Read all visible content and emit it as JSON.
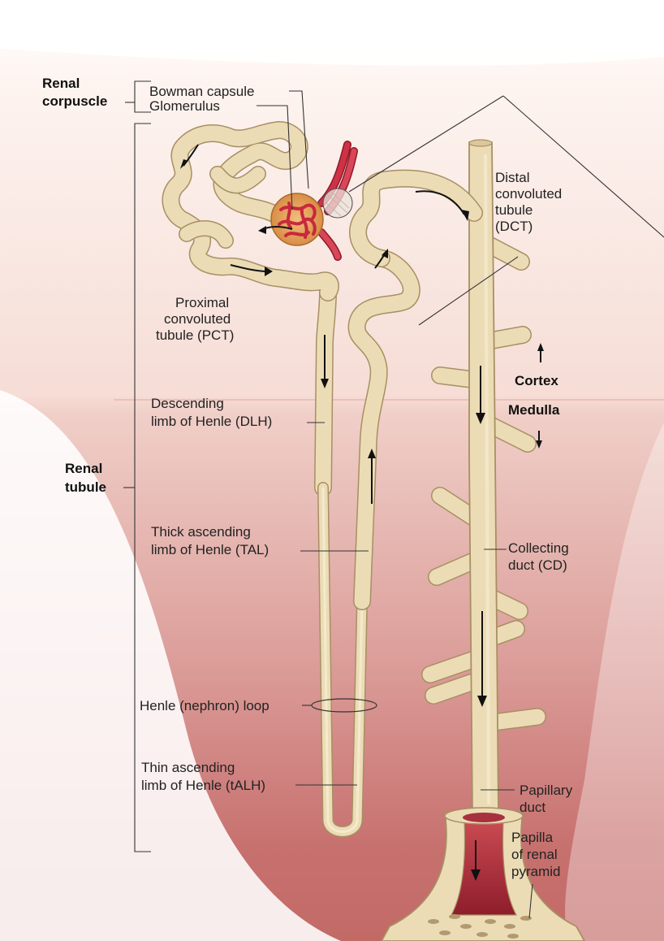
{
  "labels": {
    "renal_corpuscle_1": "Renal",
    "renal_corpuscle_2": "corpuscle",
    "bowman_capsule": "Bowman capsule",
    "glomerulus": "Glomerulus",
    "dct_1": "Distal",
    "dct_2": "convoluted",
    "dct_3": "tubule",
    "dct_4": "(DCT)",
    "pct_1": "Proximal",
    "pct_2": "convoluted",
    "pct_3": "tubule (PCT)",
    "cortex": "Cortex",
    "medulla": "Medulla",
    "dlh_1": "Descending",
    "dlh_2": "limb of Henle (DLH)",
    "renal_tubule_1": "Renal",
    "renal_tubule_2": "tubule",
    "tal_1": "Thick ascending",
    "tal_2": "limb of Henle (TAL)",
    "cd_1": "Collecting",
    "cd_2": "duct (CD)",
    "loop": "Henle (nephron) loop",
    "talh_1": "Thin ascending",
    "talh_2": "limb of Henle (tALH)",
    "papillary_1": "Papillary",
    "papillary_2": "duct",
    "papilla_1": "Papilla",
    "papilla_2": "of renal",
    "papilla_3": "pyramid"
  },
  "colors": {
    "tubule_fill": "#ecdcb6",
    "tubule_edge": "#a88f64",
    "medulla_tint": "#c9787a",
    "vessel_red": "#c8283c",
    "capsule_orange": "#e6a562"
  }
}
